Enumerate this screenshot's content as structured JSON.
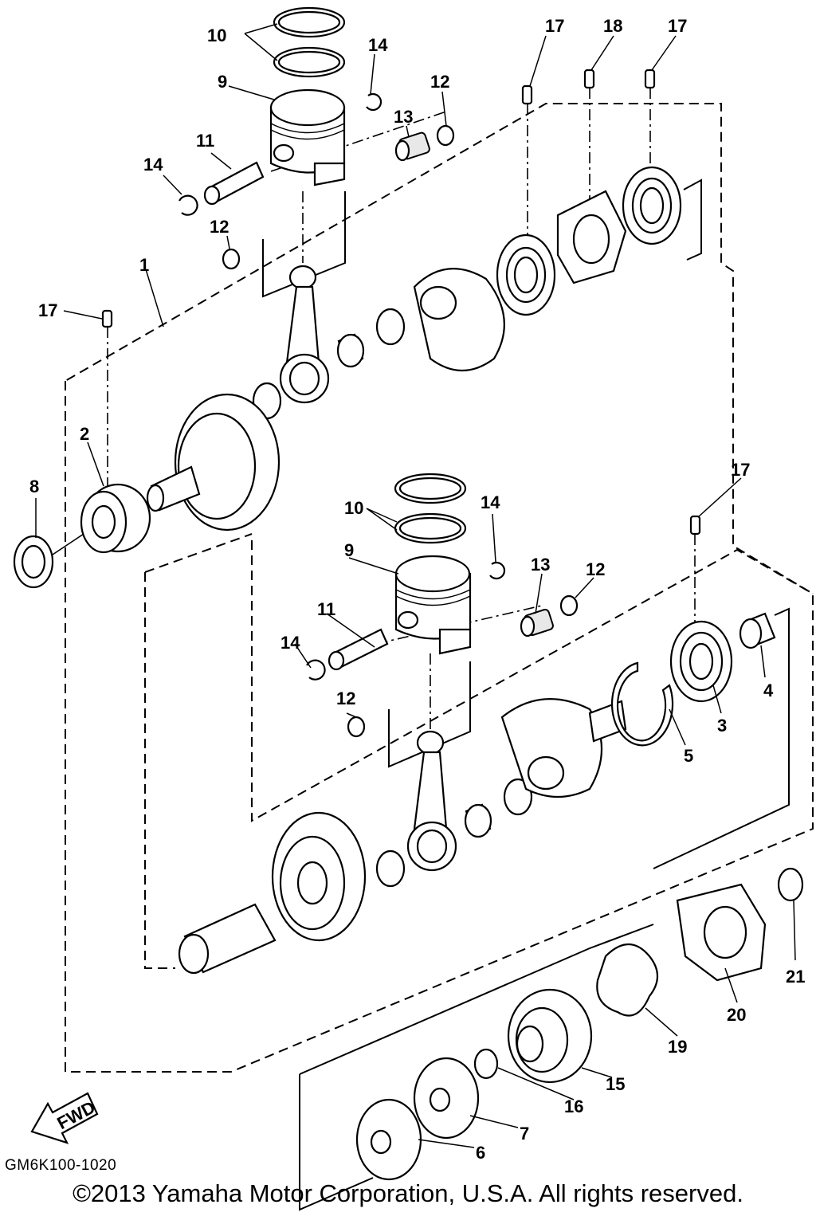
{
  "diagram": {
    "callouts": {
      "top_10": "10",
      "top_14a": "14",
      "top_9": "9",
      "top_12a": "12",
      "top_13": "13",
      "top_11": "11",
      "top_14b": "14",
      "top_12b": "12",
      "top_17a": "17",
      "top_18": "18",
      "top_17b": "17",
      "c_1": "1",
      "c_17c": "17",
      "c_2": "2",
      "c_8": "8",
      "bot_17": "17",
      "bot_10": "10",
      "bot_14a": "14",
      "bot_9": "9",
      "bot_13": "13",
      "bot_12a": "12",
      "bot_11": "11",
      "bot_14b": "14",
      "bot_12b": "12",
      "c_4": "4",
      "c_3": "3",
      "c_5": "5",
      "c_21": "21",
      "c_20": "20",
      "c_19": "19",
      "c_15": "15",
      "c_16": "16",
      "c_7": "7",
      "c_6": "6"
    },
    "fwd_label": "FWD"
  },
  "footer": {
    "diagram_code": "GM6K100-1020",
    "copyright": "©2013 Yamaha Motor Corporation, U.S.A. All rights reserved."
  }
}
